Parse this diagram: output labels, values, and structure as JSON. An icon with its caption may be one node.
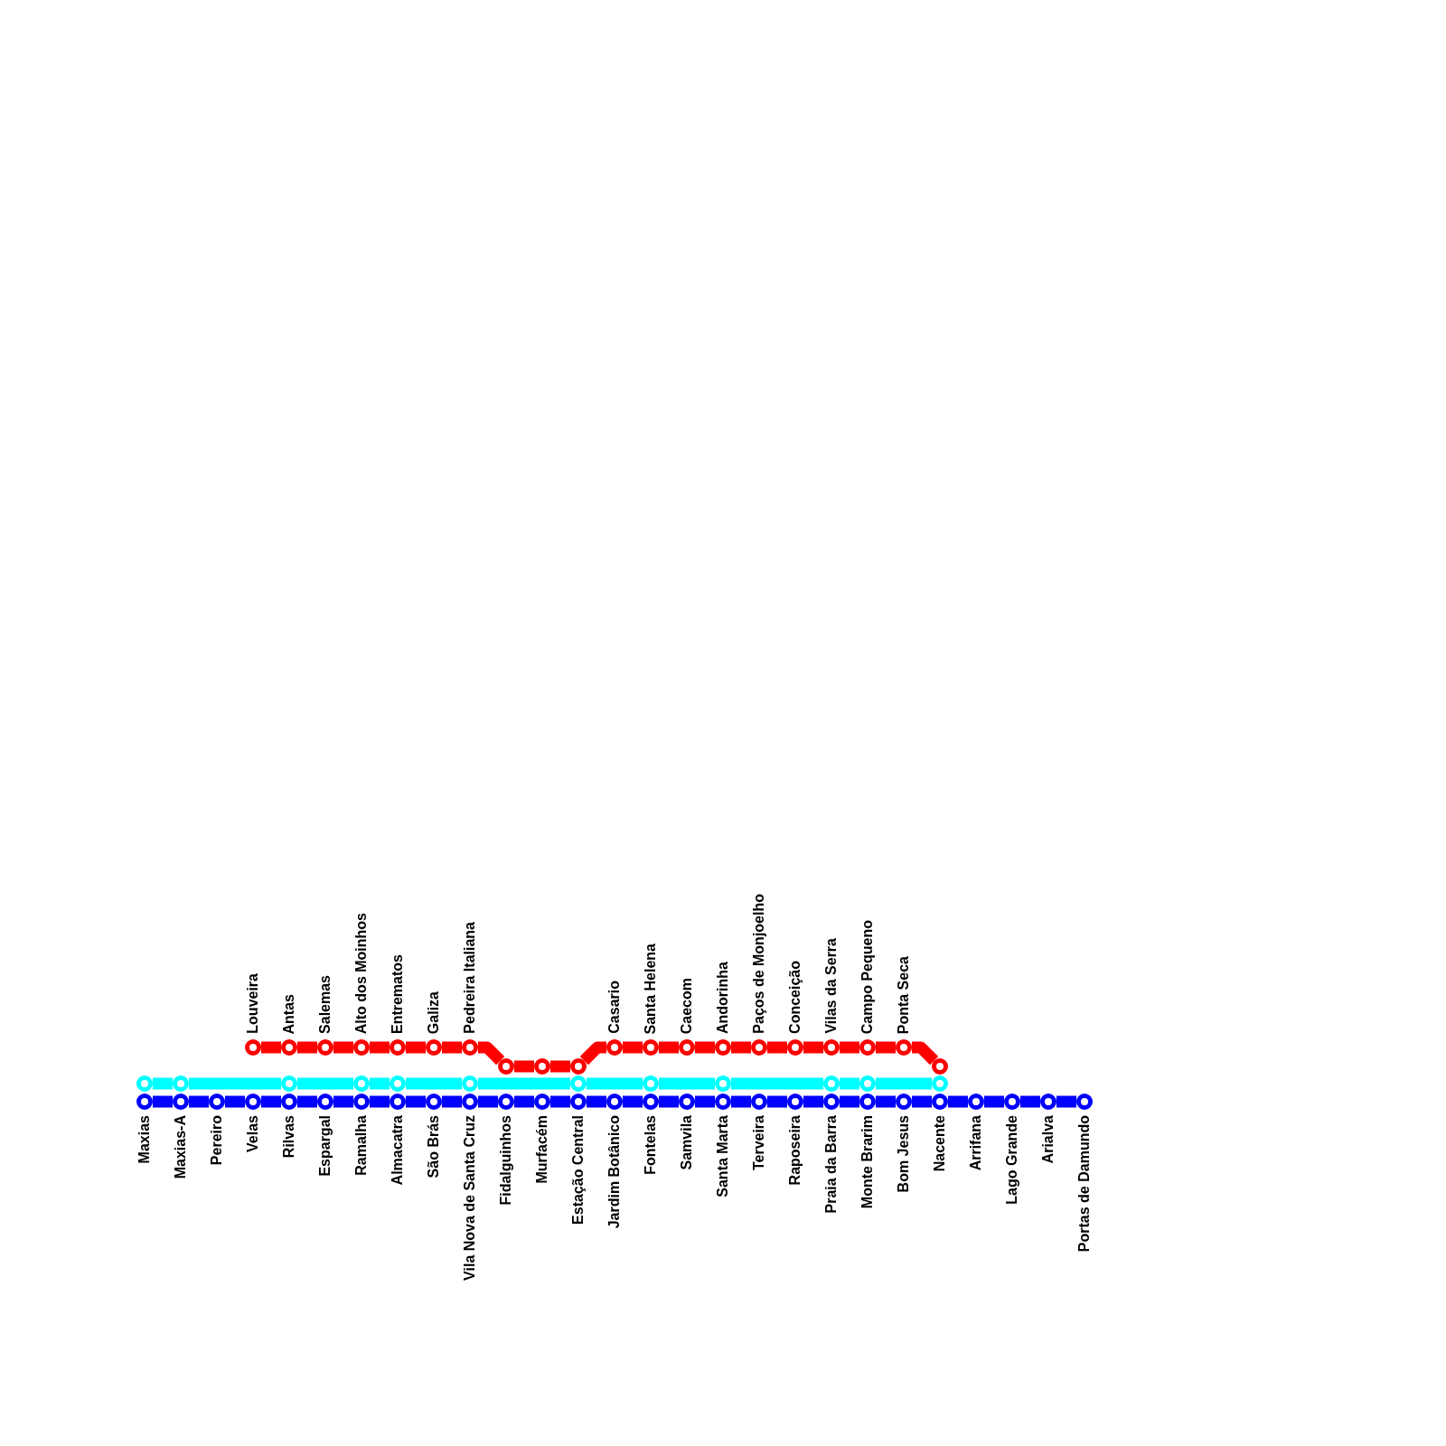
{
  "diagram": {
    "nodes": [
      {
        "text": [
          "Louveira"
        ]
      },
      {
        "text": [
          "Antas"
        ]
      },
      {
        "text": [
          "Salemas"
        ]
      },
      {
        "text": [
          "Alto dos Moinhos"
        ]
      },
      {
        "text": [
          "Entrematos"
        ]
      },
      {
        "text": [
          "Galiza"
        ]
      },
      {
        "text": [
          "Pedreira Italiana"
        ]
      },
      {
        "text": [],
        "shape": "circle"
      },
      {
        "text": [],
        "shape": "circle"
      },
      {
        "text": [],
        "shape": "circle"
      },
      {
        "text": [
          "Casario"
        ]
      },
      {
        "text": [
          "Santa Helena"
        ]
      },
      {
        "text": [
          "Caecom"
        ]
      },
      {
        "text": [
          "Andorinha"
        ]
      },
      {
        "text": [
          "Paços de Monjoelho"
        ]
      },
      {
        "text": [
          "Conceição"
        ]
      },
      {
        "text": [
          "Vilas da Serra"
        ]
      },
      {
        "text": [
          "Campo Pequeno"
        ]
      },
      {
        "text": [
          "Ponta Seca"
        ]
      },
      {
        "text": [],
        "shape": "circle"
      },
      {
        "text": [],
        "shape": "circle"
      },
      {
        "text": [],
        "shape": "circle"
      },
      {
        "text": [],
        "shape": "circle"
      },
      {
        "text": [],
        "shape": "circle"
      },
      {
        "text": [],
        "shape": "circle"
      },
      {
        "text": [],
        "shape": "circle"
      },
      {
        "text": [],
        "shape": "circle"
      },
      {
        "text": [],
        "shape": "circle"
      },
      {
        "text": [],
        "shape": "circle"
      },
      {
        "text": [],
        "shape": "circle"
      },
      {
        "text": [],
        "shape": "circle"
      },
      {
        "text": [],
        "shape": "circle"
      },
      {
        "text": [
          "Maxias"
        ]
      },
      {
        "text": [
          "Maxias-A"
        ]
      },
      {
        "text": [
          "Pereiro"
        ]
      },
      {
        "text": [
          "Velas"
        ]
      },
      {
        "text": [
          "Rilvas"
        ]
      },
      {
        "text": [
          "Espargal"
        ]
      },
      {
        "text": [
          "Ramalha"
        ]
      },
      {
        "text": [
          "Almacatra"
        ]
      },
      {
        "text": [
          "São Brás"
        ]
      },
      {
        "text": [
          "Vila Nova de Santa Cruz"
        ]
      },
      {
        "text": [
          "Fidalguinhos"
        ]
      },
      {
        "text": [
          "Murfacém"
        ]
      },
      {
        "text": [
          "Estação Central"
        ]
      },
      {
        "text": [
          "Jardim Botânico"
        ]
      },
      {
        "text": [
          "Fontelas"
        ]
      },
      {
        "text": [
          "Samvila"
        ]
      },
      {
        "text": [
          "Santa Marta"
        ]
      },
      {
        "text": [
          "Terveira"
        ]
      },
      {
        "text": [
          "Raposeira"
        ]
      },
      {
        "text": [
          "Praia da Barra"
        ]
      },
      {
        "text": [
          "Monte Brarim"
        ]
      },
      {
        "text": [
          "Bom Jesus"
        ]
      },
      {
        "text": [
          "Nacente"
        ]
      },
      {
        "text": [
          "Arrifana"
        ]
      },
      {
        "text": [
          "Lago Grande"
        ]
      },
      {
        "text": [
          "Arialva"
        ]
      },
      {
        "text": [
          "Portas de Damundo"
        ]
      }
    ],
    "edges": [
      {
        "from": 0,
        "to": 1,
        "arrow": "none",
        "color": "#ff0000"
      },
      {
        "from": 1,
        "to": 2,
        "arrow": "none",
        "color": "#ff0000"
      },
      {
        "from": 2,
        "to": 3,
        "arrow": "none",
        "color": "#ff0000"
      },
      {
        "from": 3,
        "to": 4,
        "arrow": "none",
        "color": "#ff0000"
      },
      {
        "from": 4,
        "to": 5,
        "arrow": "none",
        "color": "#ff0000"
      },
      {
        "from": 5,
        "to": 6,
        "arrow": "none",
        "color": "#ff0000"
      },
      {
        "from": 6,
        "to": 7,
        "arrow": "none",
        "color": "#ff0000"
      },
      {
        "from": 7,
        "to": 8,
        "arrow": "none",
        "color": "#ff0000"
      },
      {
        "from": 8,
        "to": 9,
        "arrow": "none",
        "color": "#ff0000"
      },
      {
        "from": 9,
        "to": 10,
        "arrow": "none",
        "color": "#ff0000"
      },
      {
        "from": 10,
        "to": 11,
        "arrow": "none",
        "color": "#ff0000"
      },
      {
        "from": 11,
        "to": 12,
        "arrow": "none",
        "color": "#ff0000"
      },
      {
        "from": 12,
        "to": 13,
        "arrow": "none",
        "color": "#ff0000"
      },
      {
        "from": 13,
        "to": 14,
        "arrow": "none",
        "color": "#ff0000"
      },
      {
        "from": 14,
        "to": 15,
        "arrow": "none",
        "color": "#ff0000"
      },
      {
        "from": 15,
        "to": 16,
        "arrow": "none",
        "color": "#ff0000"
      },
      {
        "from": 16,
        "to": 17,
        "arrow": "none",
        "color": "#ff0000"
      },
      {
        "from": 17,
        "to": 18,
        "arrow": "none",
        "color": "#ff0000"
      },
      {
        "from": 18,
        "to": 19,
        "arrow": "none",
        "color": "#ff0000"
      },
      {
        "from": 20,
        "to": 21,
        "arrow": "none",
        "color": "#00ffff"
      },
      {
        "from": 21,
        "to": 22,
        "arrow": "none",
        "color": "#00ffff"
      },
      {
        "from": 22,
        "to": 23,
        "arrow": "none",
        "color": "#00ffff"
      },
      {
        "from": 23,
        "to": 24,
        "arrow": "none",
        "color": "#00ffff"
      },
      {
        "from": 24,
        "to": 25,
        "arrow": "none",
        "color": "#00ffff"
      },
      {
        "from": 25,
        "to": 26,
        "arrow": "none",
        "color": "#00ffff"
      },
      {
        "from": 26,
        "to": 27,
        "arrow": "none",
        "color": "#00ffff"
      },
      {
        "from": 27,
        "to": 28,
        "arrow": "none",
        "color": "#00ffff"
      },
      {
        "from": 28,
        "to": 29,
        "arrow": "none",
        "color": "#00ffff"
      },
      {
        "from": 29,
        "to": 30,
        "arrow": "none",
        "color": "#00ffff"
      },
      {
        "from": 30,
        "to": 31,
        "arrow": "none",
        "color": "#00ffff"
      },
      {
        "from": 32,
        "to": 33,
        "arrow": "none"
      },
      {
        "from": 33,
        "to": 34,
        "arrow": "none"
      },
      {
        "from": 34,
        "to": 35,
        "arrow": "none"
      },
      {
        "from": 35,
        "to": 36,
        "arrow": "none"
      },
      {
        "from": 36,
        "to": 37,
        "arrow": "none"
      },
      {
        "from": 37,
        "to": 38,
        "arrow": "none"
      },
      {
        "from": 38,
        "to": 39,
        "arrow": "none"
      },
      {
        "from": 39,
        "to": 40,
        "arrow": "none"
      },
      {
        "from": 40,
        "to": 41,
        "arrow": "none"
      },
      {
        "from": 41,
        "to": 42,
        "arrow": "none"
      },
      {
        "from": 42,
        "to": 43,
        "arrow": "none"
      },
      {
        "from": 43,
        "to": 44,
        "arrow": "none"
      },
      {
        "from": 44,
        "to": 45,
        "arrow": "none"
      },
      {
        "from": 45,
        "to": 46,
        "arrow": "none"
      },
      {
        "from": 46,
        "to": 47,
        "arrow": "none"
      },
      {
        "from": 47,
        "to": 48,
        "arrow": "none"
      },
      {
        "from": 48,
        "to": 49,
        "arrow": "none"
      },
      {
        "from": 49,
        "to": 50,
        "arrow": "none"
      },
      {
        "from": 50,
        "to": 51,
        "arrow": "none"
      },
      {
        "from": 51,
        "to": 52,
        "arrow": "none"
      },
      {
        "from": 52,
        "to": 53,
        "arrow": "none"
      },
      {
        "from": 53,
        "to": 54,
        "arrow": "none"
      },
      {
        "from": 54,
        "to": 55,
        "arrow": "none"
      },
      {
        "from": 55,
        "to": 56,
        "arrow": "none"
      },
      {
        "from": 56,
        "to": 57,
        "arrow": "none"
      },
      {
        "from": 57,
        "to": 58,
        "arrow": "none"
      }
    ]
  }
}
